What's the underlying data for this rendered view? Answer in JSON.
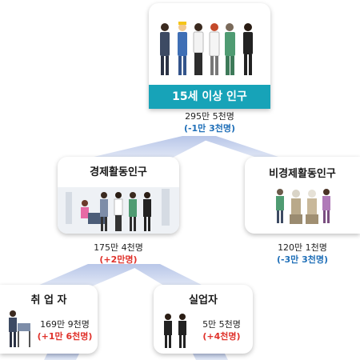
{
  "nodes": {
    "population15": {
      "label": "15세 이상 인구",
      "value": "295만 5천명",
      "change": "(-1만 3천명)",
      "change_color": "#1f6fb8"
    },
    "economically_active": {
      "label": "경제활동인구",
      "value": "175만 4천명",
      "change": "(+2만명)",
      "change_color": "#e0322b"
    },
    "economically_inactive": {
      "label": "비경제활동인구",
      "value": "120만 1천명",
      "change": "(-3만 3천명)",
      "change_color": "#1f6fb8"
    },
    "employed": {
      "label": "취 업 자",
      "value": "169만 9천명",
      "change": "(+1만 6천명)",
      "change_color": "#e0322b"
    },
    "unemployed": {
      "label": "실업자",
      "value": "5만 5천명",
      "change": "(+4천명)",
      "change_color": "#e0322b"
    }
  },
  "colors": {
    "banner": "#17a3b8",
    "connector": "#c9d4ec",
    "card_shadow": "#bdbdbd"
  },
  "icons": [
    "group-of-workers-illustration",
    "office-workers-illustration",
    "elderly-people-illustration",
    "desk-worker-illustration",
    "job-seekers-illustration"
  ]
}
